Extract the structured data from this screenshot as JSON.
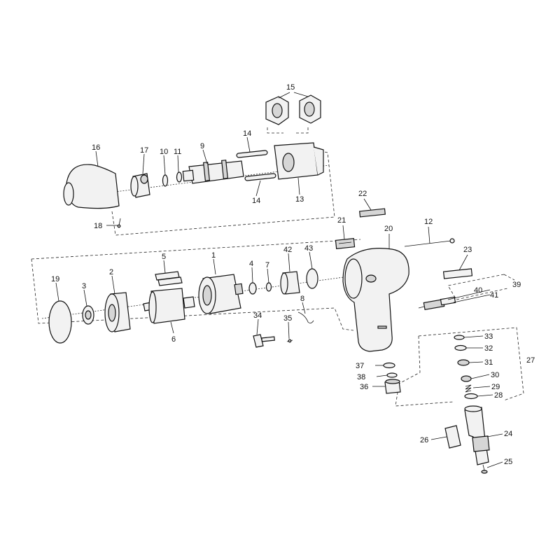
{
  "diagram": {
    "labels": {
      "p1": "1",
      "p2": "2",
      "p3": "3",
      "p4": "4",
      "p5": "5",
      "p6": "6",
      "p7": "7",
      "p8": "8",
      "p9": "9",
      "p10": "10",
      "p11": "11",
      "p12": "12",
      "p13": "13",
      "p14a": "14",
      "p14b": "14",
      "p15": "15",
      "p16": "16",
      "p17": "17",
      "p18": "18",
      "p19": "19",
      "p20": "20",
      "p21": "21",
      "p22": "22",
      "p23": "23",
      "p24": "24",
      "p25": "25",
      "p26": "26",
      "p27": "27",
      "p28": "28",
      "p29": "29",
      "p30": "30",
      "p31": "31",
      "p32": "32",
      "p33": "33",
      "p34": "34",
      "p35": "35",
      "p36": "36",
      "p37": "37",
      "p38": "38",
      "p39": "39",
      "p40": "40",
      "p41": "41",
      "p42": "42",
      "p43": "43"
    }
  }
}
